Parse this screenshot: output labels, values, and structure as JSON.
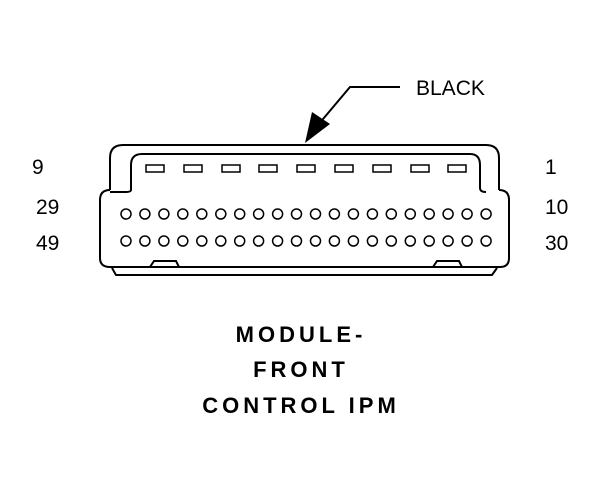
{
  "callout": {
    "label": "BLACK"
  },
  "pin_labels": {
    "top_left": "9",
    "top_right": "1",
    "mid_left": "29",
    "mid_right": "10",
    "bottom_left": "49",
    "bottom_right": "30"
  },
  "connector": {
    "top_row_cavities": 9,
    "middle_row_pins": 20,
    "bottom_row_pins": 20,
    "color": "#000000"
  },
  "title": {
    "line1": "MODULE-",
    "line2": "FRONT",
    "line3": "CONTROL IPM"
  }
}
